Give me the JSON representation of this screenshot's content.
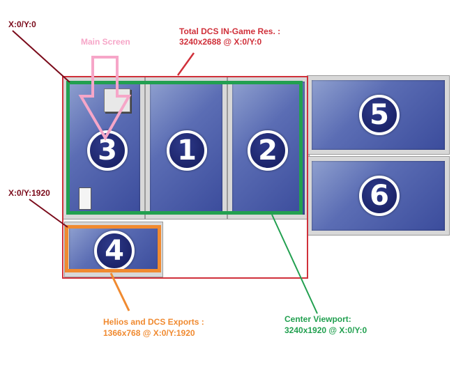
{
  "labels": {
    "origin_top": "X:0/Y:0",
    "main_screen": "Main Screen",
    "total_line1": "Total DCS IN-Game Res. :",
    "total_line2": "3240x2688 @ X:0/Y:0",
    "origin_1920": "X:0/Y:1920",
    "helios_line1": "Helios and DCS Exports :",
    "helios_line2": "1366x768 @ X:0/Y:1920",
    "center_line1": "Center Viewport:",
    "center_line2": "3240x1920 @ X:0/Y:0"
  },
  "monitors": [
    "3",
    "1",
    "2",
    "5",
    "6",
    "4"
  ],
  "colors": {
    "total_outline": "#d0303a",
    "center_outline": "#22a050",
    "helios_outline": "#f08a30",
    "main_arrow": "#f6a6c8",
    "origin_text": "#7a0a1a",
    "total_text": "#d0303a",
    "helios_text": "#f08a30",
    "center_text": "#22a050"
  }
}
